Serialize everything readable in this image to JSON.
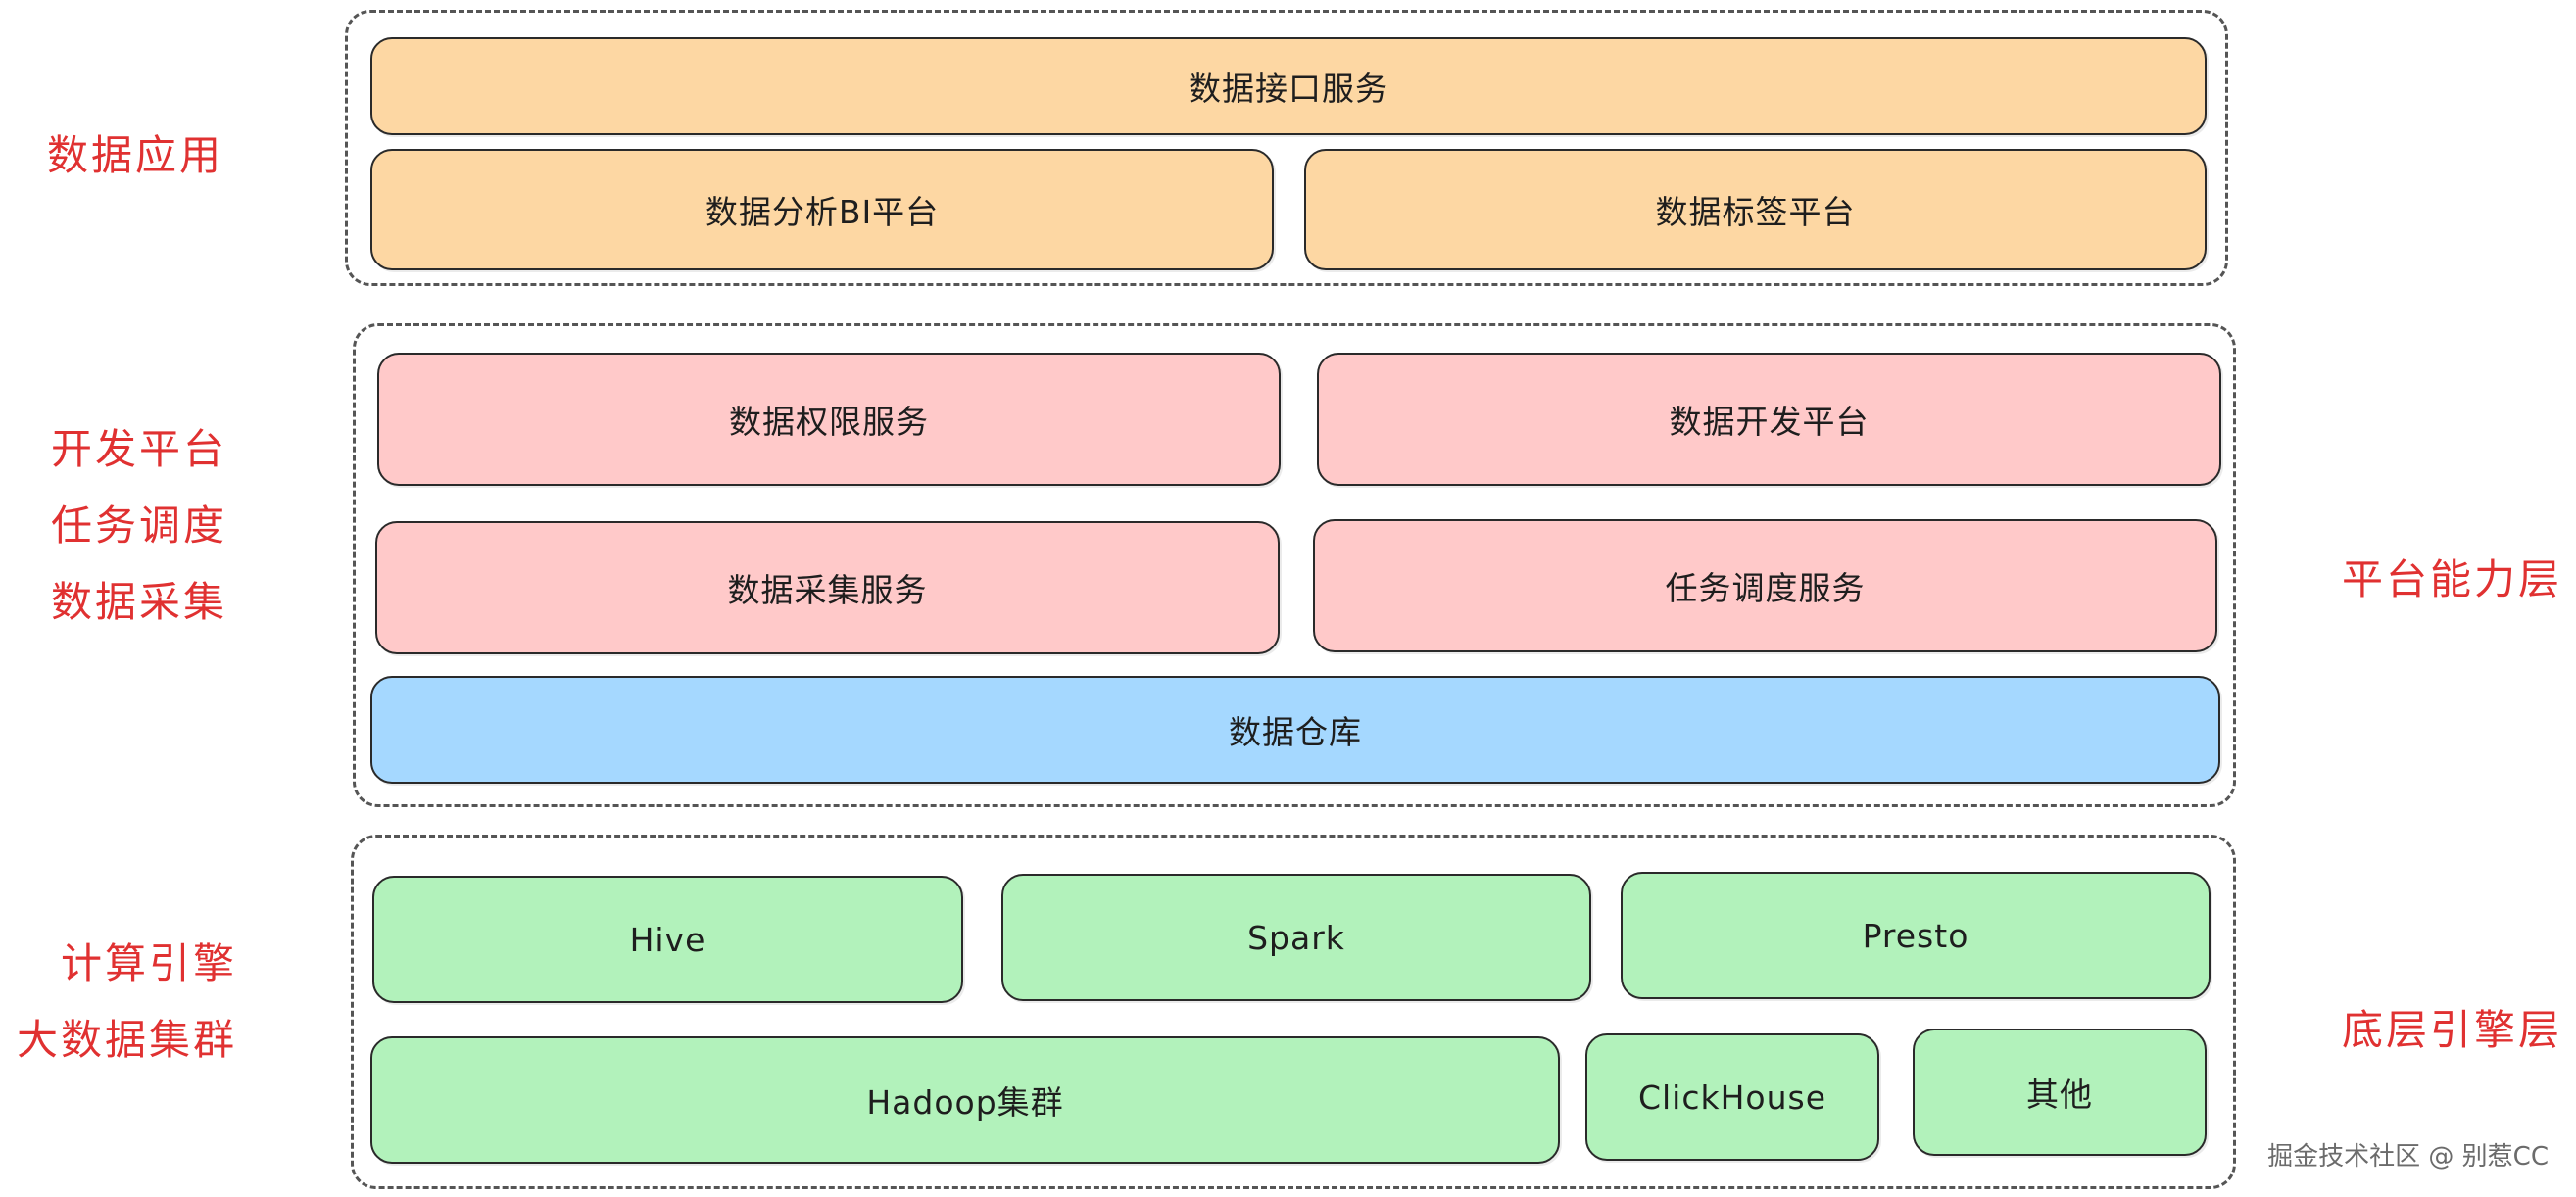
{
  "left_labels": {
    "app": "数据应用",
    "platform": [
      "开发平台",
      "任务调度",
      "数据采集"
    ],
    "engine": [
      "计算引擎",
      "大数据集群"
    ]
  },
  "right_labels": {
    "platform": "平台能力层",
    "engine": "底层引擎层"
  },
  "app_layer": {
    "interface": "数据接口服务",
    "bi": "数据分析BI平台",
    "tag": "数据标签平台"
  },
  "platform_layer": {
    "permission": "数据权限服务",
    "dev": "数据开发平台",
    "collect": "数据采集服务",
    "schedule": "任务调度服务",
    "warehouse": "数据仓库"
  },
  "engine_layer": {
    "hive": "Hive",
    "spark": "Spark",
    "presto": "Presto",
    "hadoop": "Hadoop集群",
    "clickhouse": "ClickHouse",
    "other": "其他"
  },
  "watermark": "掘金技术社区 @ 别惹CC",
  "colors": {
    "orange": "#fdd7a3",
    "pink": "#ffc9c9",
    "blue": "#a5d8ff",
    "green": "#b2f2bb",
    "label_red": "#e03131"
  }
}
